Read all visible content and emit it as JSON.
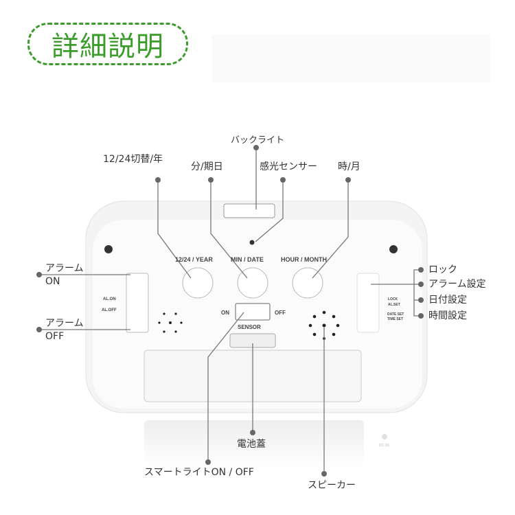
{
  "title": "詳細説明",
  "callouts": {
    "backlight": "バックライト",
    "mode_year": "12/24切替/年",
    "min_date": "分/期日",
    "light_sensor": "感光センサー",
    "hour_month": "時/月",
    "alarm_on": [
      "アラーム",
      "ON"
    ],
    "alarm_off": [
      "アラーム",
      "OFF"
    ],
    "lock": "ロック",
    "alarm_set": "アラーム設定",
    "date_set": "日付設定",
    "time_set": "時間設定",
    "battery_cover": "電池蓋",
    "smart_light": "スマートライトON / OFF",
    "speaker": "スピーカー"
  },
  "device": {
    "btn1": "12/24 / YEAR",
    "btn2": "MIN / DATE",
    "btn3": "HOUR / MONTH",
    "al_on": "AL.ON",
    "al_off": "AL.OFF",
    "sensor_on": "ON",
    "sensor_off": "OFF",
    "sensor": "SENSOR",
    "lock": "LOCK",
    "al_set": "AL.SET",
    "date_set": "DATE SET",
    "time_set": "TIME SET",
    "dc": "DC 2A"
  },
  "colors": {
    "accent": "#3a9d2a",
    "line": "#777777"
  }
}
